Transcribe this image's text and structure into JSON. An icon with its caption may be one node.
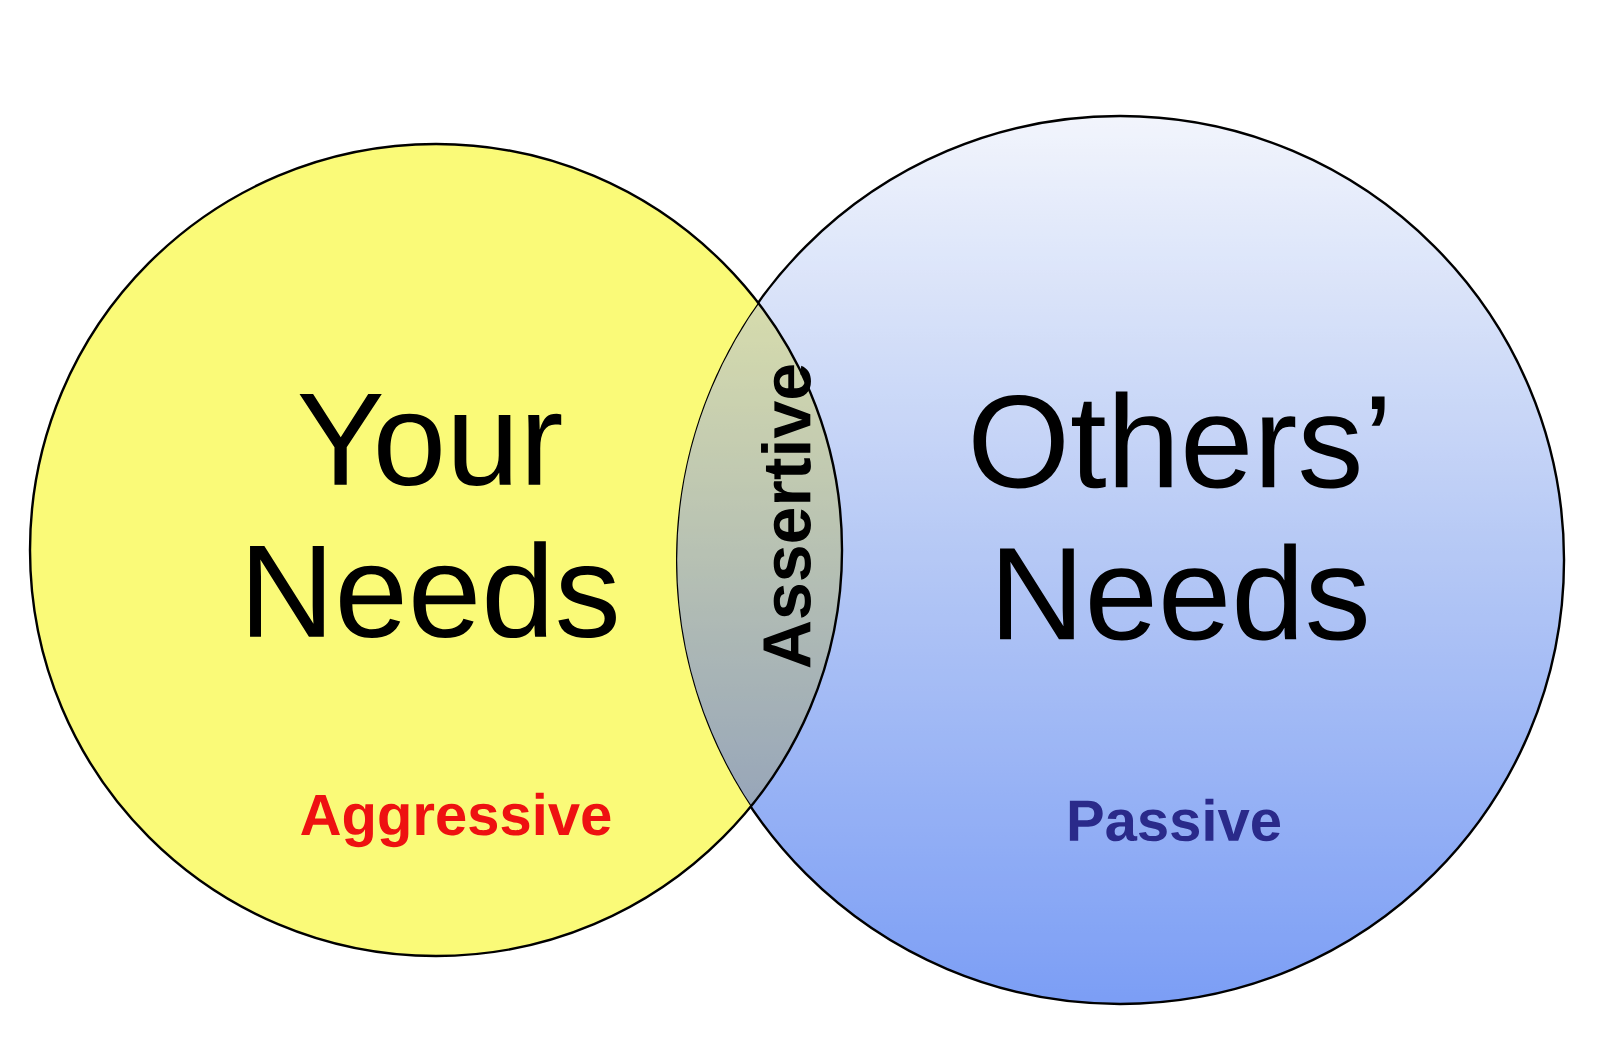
{
  "diagram": {
    "nodes": [
      {
        "text": [
          "Your Needs",
          "Aggressive"
        ]
      },
      {
        "text": [
          "Others’ Needs",
          "Passive"
        ]
      }
    ],
    "labels": [
      "Assertive"
    ]
  }
}
